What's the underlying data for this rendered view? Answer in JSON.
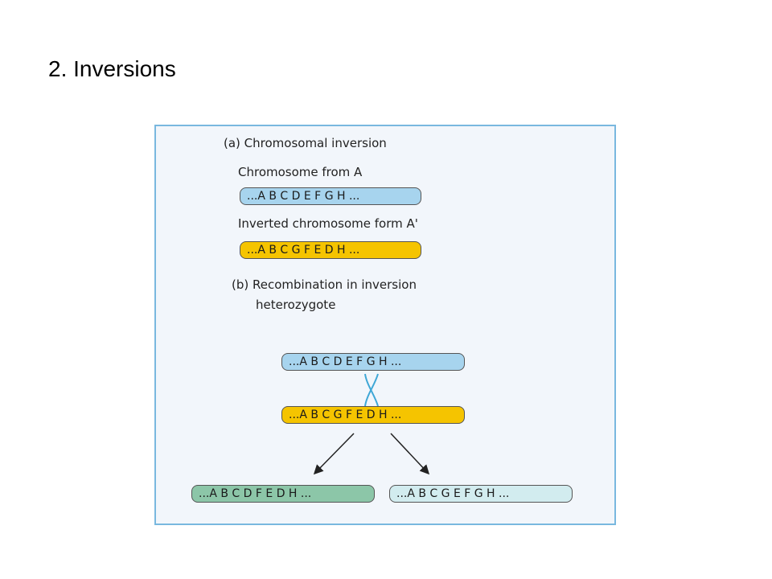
{
  "slide": {
    "title": "2.  Inversions"
  },
  "figure": {
    "part_a": {
      "heading": "(a)  Chromosomal inversion",
      "normal_label": "Chromosome from A",
      "normal_sequence": "...A B C D E F G H ...",
      "inverted_label": "Inverted chromosome form A'",
      "inverted_sequence": "...A B C G F E D H ..."
    },
    "part_b": {
      "heading_line1": "(b)  Recombination in inversion",
      "heading_line2": "heterozygote",
      "top_sequence": "...A B C D E F G H ...",
      "bottom_sequence": "...A B C G F E D H ...",
      "product_left": "...A B C D F E D H ...",
      "product_right": "...A B C G E F G H ..."
    },
    "colors": {
      "normal_fill": "#a7d4ee",
      "inverted_fill": "#f5c400",
      "product_left_fill": "#8cc6a8",
      "product_right_fill": "#d2ecef",
      "frame_border": "#79b8df",
      "frame_fill": "#f2f6fb",
      "crossover": "#3fa7d6"
    }
  }
}
